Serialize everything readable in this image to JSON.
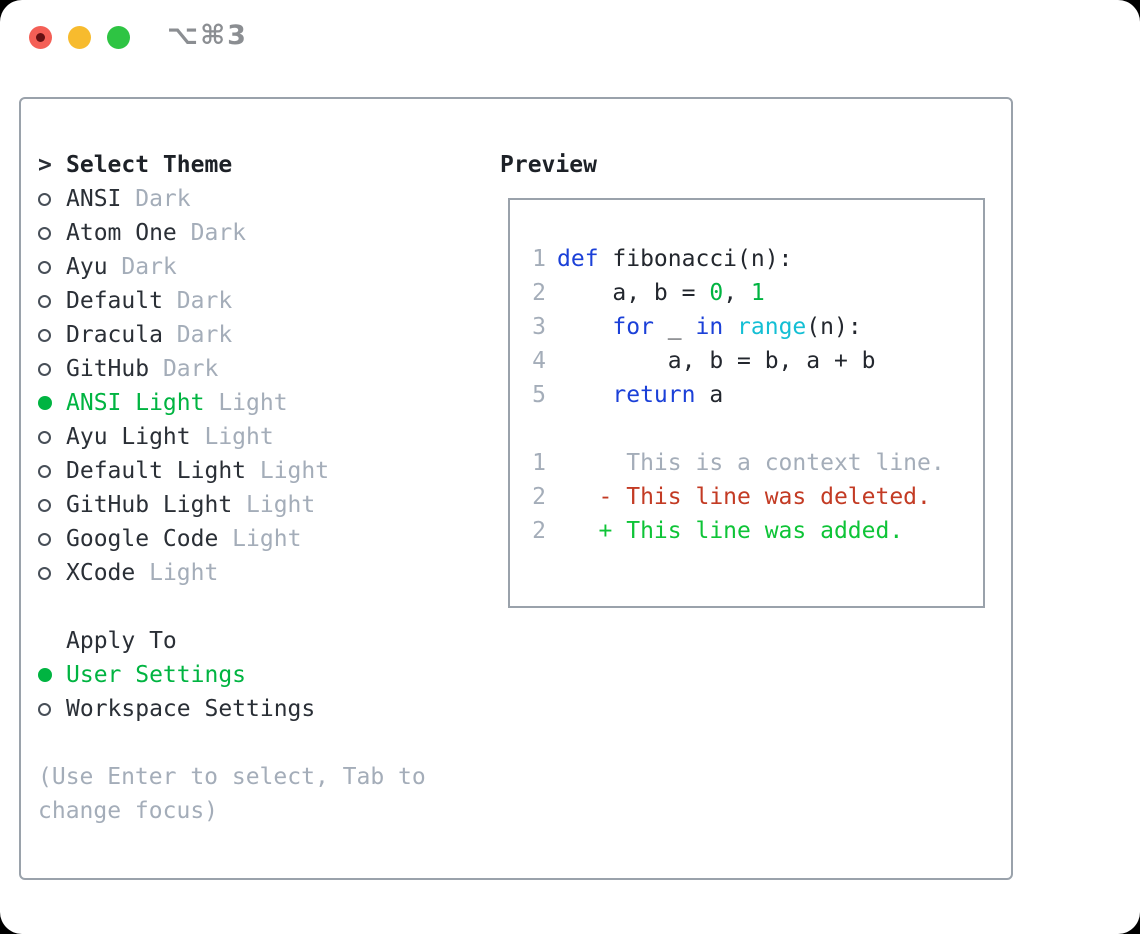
{
  "window": {
    "title": "⌥⌘3"
  },
  "colors": {
    "background": "#ffffff",
    "border": "#9aa2ab",
    "foreground": "#2a2f36",
    "muted": "#a4adb9",
    "accent_green": "#00b441",
    "keyword_blue": "#1b40d8",
    "function_cyan": "#14bfd4",
    "added_green": "#0ec437",
    "deleted_red": "#c33b24",
    "traffic_red": "#f45f56",
    "traffic_yellow": "#f7bb2e",
    "traffic_green": "#2ec443"
  },
  "theme_panel": {
    "prompt_marker": ">",
    "heading": "Select Theme",
    "themes": [
      {
        "name": "ANSI",
        "variant": "Dark",
        "selected": false
      },
      {
        "name": "Atom One",
        "variant": "Dark",
        "selected": false
      },
      {
        "name": "Ayu",
        "variant": "Dark",
        "selected": false
      },
      {
        "name": "Default",
        "variant": "Dark",
        "selected": false
      },
      {
        "name": "Dracula",
        "variant": "Dark",
        "selected": false
      },
      {
        "name": "GitHub",
        "variant": "Dark",
        "selected": false
      },
      {
        "name": "ANSI Light",
        "variant": "Light",
        "selected": true
      },
      {
        "name": "Ayu Light",
        "variant": "Light",
        "selected": false
      },
      {
        "name": "Default Light",
        "variant": "Light",
        "selected": false
      },
      {
        "name": "GitHub Light",
        "variant": "Light",
        "selected": false
      },
      {
        "name": "Google Code",
        "variant": "Light",
        "selected": false
      },
      {
        "name": "XCode",
        "variant": "Light",
        "selected": false
      }
    ],
    "apply_heading": "Apply To",
    "apply_options": [
      {
        "label": "User Settings",
        "selected": true
      },
      {
        "label": "Workspace Settings",
        "selected": false
      }
    ],
    "help_text": "(Use Enter to select, Tab to change focus)"
  },
  "preview_panel": {
    "heading": "Preview",
    "code_lines": [
      {
        "num": "1",
        "tokens": [
          [
            "def",
            "kw"
          ],
          [
            " fibonacci(n):",
            "fg"
          ]
        ]
      },
      {
        "num": "2",
        "tokens": [
          [
            "    a, b = ",
            "fg"
          ],
          [
            "0",
            "num"
          ],
          [
            ", ",
            "fg"
          ],
          [
            "1",
            "num"
          ]
        ]
      },
      {
        "num": "3",
        "tokens": [
          [
            "    ",
            "fg"
          ],
          [
            "for",
            "kw"
          ],
          [
            " _ ",
            "fg"
          ],
          [
            "in",
            "kw"
          ],
          [
            " ",
            "fg"
          ],
          [
            "range",
            "fn"
          ],
          [
            "(n):",
            "fg"
          ]
        ]
      },
      {
        "num": "4",
        "tokens": [
          [
            "        a, b = b, a + b",
            "fg"
          ]
        ]
      },
      {
        "num": "5",
        "tokens": [
          [
            "    ",
            "fg"
          ],
          [
            "return",
            "kw"
          ],
          [
            " a",
            "fg"
          ]
        ]
      },
      {
        "num": "",
        "tokens": []
      },
      {
        "num": "1",
        "tokens": [
          [
            "     This is a context line.",
            "ctx"
          ]
        ]
      },
      {
        "num": "2",
        "tokens": [
          [
            "   - This line was deleted.",
            "del"
          ]
        ]
      },
      {
        "num": "2",
        "tokens": [
          [
            "   + This line was added.",
            "add"
          ]
        ]
      }
    ]
  }
}
